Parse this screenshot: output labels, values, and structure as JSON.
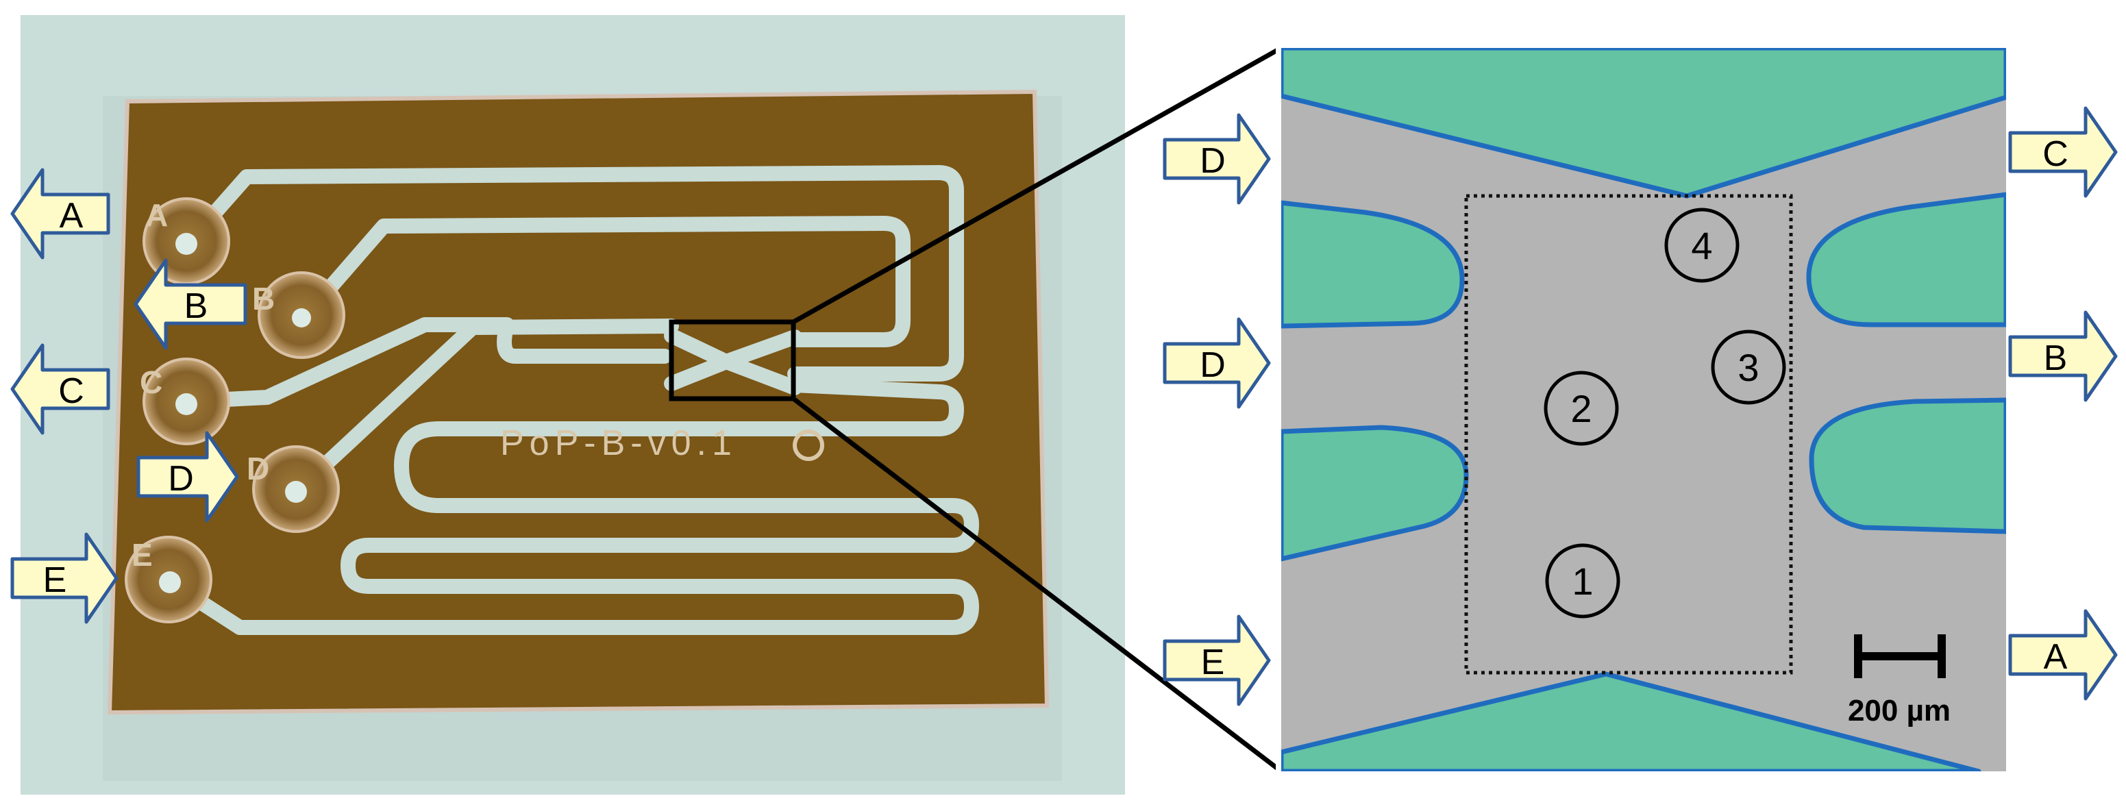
{
  "colors": {
    "background": "#ffffff",
    "photo_background": "#c9ddd9",
    "chip_gold": "#7a5617",
    "channel": "#c9dcd6",
    "arrow_fill": "#fffbc8",
    "arrow_stroke": "#2f5b9a",
    "zoom_gray": "#b4b4b4",
    "zoom_green": "#63c3a3",
    "zoom_edge": "#1f6cbf",
    "line_black": "#000000"
  },
  "photo": {
    "port_labels": [
      "A",
      "B",
      "C",
      "D",
      "E"
    ],
    "chip_label": "PoP-B-v0.1",
    "arrows": [
      {
        "label": "A",
        "direction": "left"
      },
      {
        "label": "B",
        "direction": "left"
      },
      {
        "label": "C",
        "direction": "left"
      },
      {
        "label": "D",
        "direction": "right"
      },
      {
        "label": "E",
        "direction": "right"
      }
    ]
  },
  "zoom": {
    "left_arrows": [
      {
        "label": "D",
        "direction": "right"
      },
      {
        "label": "D",
        "direction": "right"
      },
      {
        "label": "E",
        "direction": "right"
      }
    ],
    "right_arrows": [
      {
        "label": "C",
        "direction": "right"
      },
      {
        "label": "B",
        "direction": "right"
      },
      {
        "label": "A",
        "direction": "right"
      }
    ],
    "markers": [
      "4",
      "3",
      "2",
      "1"
    ],
    "scale_bar": "200 µm"
  }
}
